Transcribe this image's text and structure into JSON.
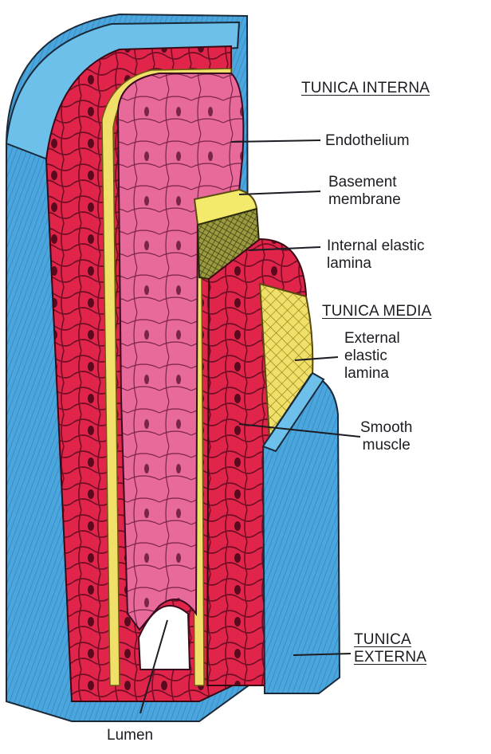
{
  "labels": {
    "tunica_interna": "TUNICA INTERNA",
    "endothelium": "Endothelium",
    "basement_membrane": [
      "Basement",
      "membrane"
    ],
    "internal_elastic_lamina": [
      "Internal elastic",
      "lamina"
    ],
    "tunica_media": "TUNICA MEDIA",
    "external_elastic_lamina": [
      "External",
      "elastic",
      "lamina"
    ],
    "smooth_muscle": [
      "Smooth",
      "muscle"
    ],
    "tunica_externa": [
      "TUNICA",
      "EXTERNA"
    ],
    "lumen": "Lumen"
  },
  "colors": {
    "externa_blue": "#4aa6dc",
    "media_red": "#e0244a",
    "interna_pink": "#e86a9a",
    "elastic_yellow": "#f0e06a",
    "ink": "#1c1c22"
  }
}
